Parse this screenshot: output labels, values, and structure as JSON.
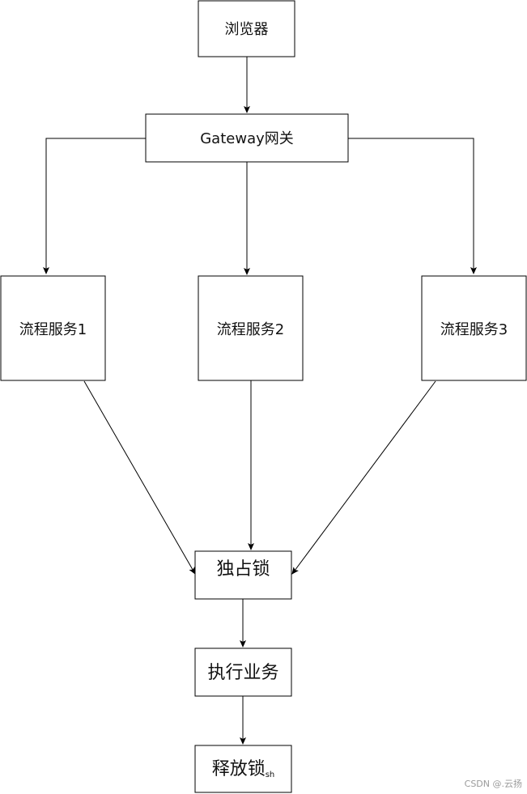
{
  "nodes": {
    "browser": "浏览器",
    "gateway": "Gateway网关",
    "service1": "流程服务1",
    "service2": "流程服务2",
    "service3": "流程服务3",
    "lock": "独占锁",
    "execute": "执行业务",
    "release": "释放锁",
    "release_sub": "sh"
  },
  "edges": [
    [
      "browser",
      "gateway"
    ],
    [
      "gateway",
      "service1"
    ],
    [
      "gateway",
      "service2"
    ],
    [
      "gateway",
      "service3"
    ],
    [
      "service1",
      "lock"
    ],
    [
      "service2",
      "lock"
    ],
    [
      "service3",
      "lock"
    ],
    [
      "lock",
      "execute"
    ],
    [
      "execute",
      "release"
    ]
  ],
  "watermark": "CSDN @.云扬"
}
